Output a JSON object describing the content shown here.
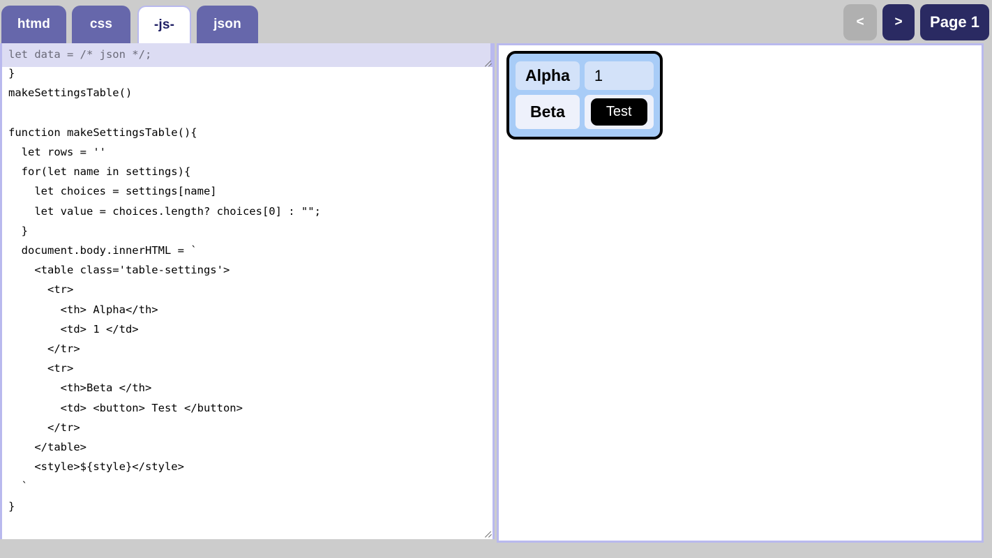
{
  "app": {
    "background_color": "#cccccc",
    "accent_color": "#6667ab",
    "accent_dark": "#2a2a62",
    "border_color": "#b9b9ee"
  },
  "tabs": [
    {
      "label": "htmd",
      "active": false
    },
    {
      "label": "css",
      "active": false
    },
    {
      "label": "-js-",
      "active": true
    },
    {
      "label": "json",
      "active": false
    }
  ],
  "nav": {
    "prev_label": "<",
    "next_label": ">",
    "page_label": "Page 1"
  },
  "editor": {
    "overlay_value": "let data = /* json */;",
    "code": "  'beta' : words('a b c d e')\n}\nmakeSettingsTable()\n\nfunction makeSettingsTable(){\n  let rows = ''\n  for(let name in settings){\n    let choices = settings[name]\n    let value = choices.length? choices[0] : \"\";\n  }\n  document.body.innerHTML = `\n    <table class='table-settings'>\n      <tr>\n        <th> Alpha</th>\n        <td> 1 </td>\n      </tr>\n      <tr>\n        <th>Beta </th>\n        <td> <button> Test </button>\n      </tr>\n    </table>\n    <style>${style}</style>\n  `\n}"
  },
  "preview": {
    "table": {
      "rows": [
        {
          "header": "Alpha",
          "value": "1",
          "is_button": false
        },
        {
          "header": "Beta",
          "value": "Test",
          "is_button": true
        }
      ]
    }
  }
}
